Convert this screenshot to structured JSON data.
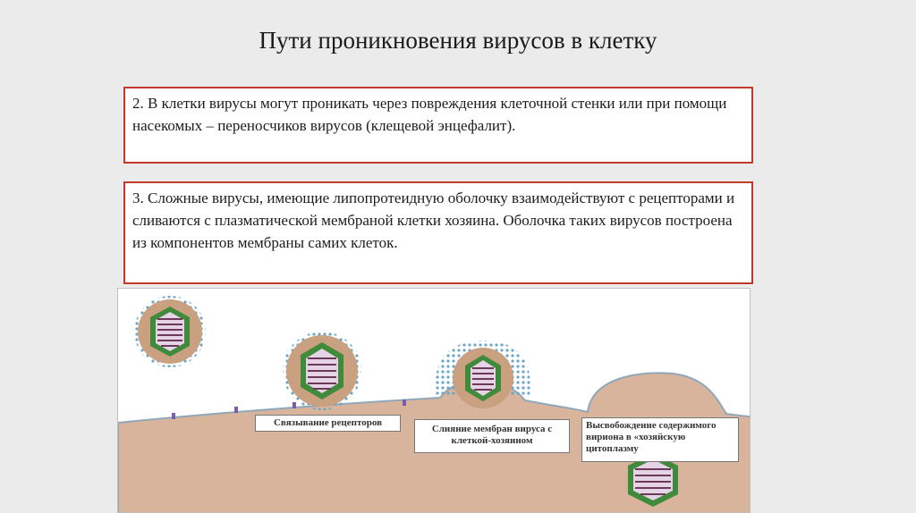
{
  "slide": {
    "title": "Пути проникновения вирусов в клетку",
    "box1_text": "2. В клетки вирусы могут проникать через повреждения клеточной стенки или при помощи насекомых – переносчиков вирусов (клещевой энцефалит).",
    "box2_text": "3. Сложные вирусы, имеющие липопротеидную оболочку взаимодействуют с рецепторами и сливаются с плазматической мембраной клетки хозяина. Оболочка таких вирусов построена из компонентов мембраны самих клеток."
  },
  "figure": {
    "label_binding": "Связывание рецепторов",
    "label_fusion": "Слияние мембран вируса с клеткой-хозяином",
    "label_release": "Высвобождение содержимого вириона в «хозяйскую цитоплазму"
  },
  "colors": {
    "accent_border": "#c0392b",
    "cell_cytoplasm": "#d9b49c",
    "virus_envelope": "#c9a080",
    "capsid": "#3f8a3b"
  }
}
